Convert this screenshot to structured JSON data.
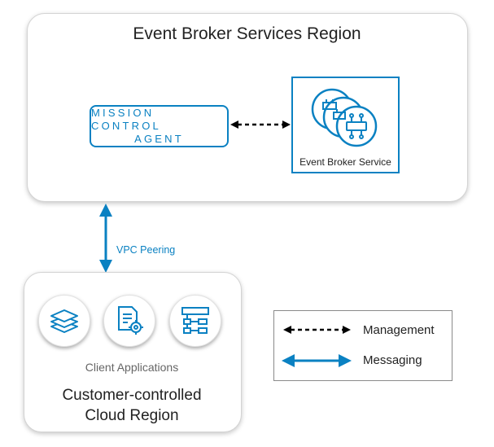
{
  "event_broker_region": {
    "title": "Event Broker Services Region",
    "mission_control_agent": {
      "line1": "MISSION CONTROL",
      "line2": "AGENT"
    },
    "event_broker_service": {
      "label": "Event Broker Service"
    }
  },
  "vpc_peering": {
    "label": "VPC Peering"
  },
  "customer_region": {
    "client_apps_label": "Client Applications",
    "title_line1": "Customer-controlled",
    "title_line2": "Cloud Region",
    "app_icons": [
      "layers-icon",
      "document-gear-icon",
      "flow-diagram-icon"
    ]
  },
  "legend": {
    "management": "Management",
    "messaging": "Messaging"
  },
  "colors": {
    "accent": "#0a81c2",
    "dashed": "#000000",
    "border": "#d3d3d3"
  }
}
